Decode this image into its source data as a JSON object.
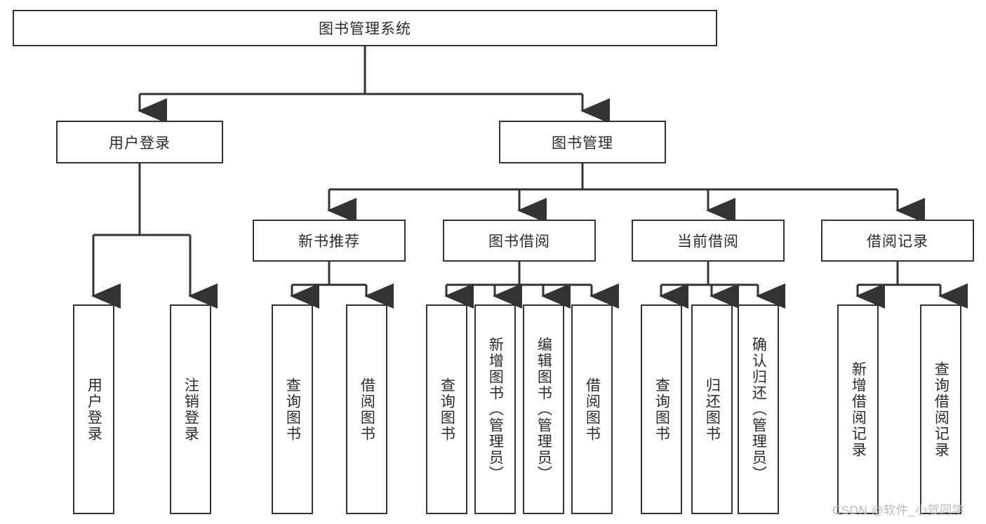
{
  "diagram": {
    "title": "图书管理系统",
    "type": "tree-hierarchy-diagram",
    "watermark": "CSDN @软件_小贺同学",
    "colors": {
      "line": "#333333",
      "text": "#2b2b2b",
      "box_fill": "#ffffff",
      "watermark": "#b9b9b9"
    },
    "root": {
      "label": "图书管理系统"
    },
    "level1": [
      {
        "label": "用户登录"
      },
      {
        "label": "图书管理"
      }
    ],
    "level2": [
      {
        "label": "新书推荐"
      },
      {
        "label": "图书借阅"
      },
      {
        "label": "当前借阅"
      },
      {
        "label": "借阅记录"
      }
    ],
    "leaves": {
      "user_login": [
        {
          "label": "用户登录"
        },
        {
          "label": "注销登录"
        }
      ],
      "new_book_recommend": [
        {
          "label": "查询图书"
        },
        {
          "label": "借阅图书"
        }
      ],
      "book_borrow": [
        {
          "label": "查询图书"
        },
        {
          "label": "新增图书（管理员）"
        },
        {
          "label": "编辑图书（管理员）"
        },
        {
          "label": "借阅图书"
        }
      ],
      "current_borrow": [
        {
          "label": "查询图书"
        },
        {
          "label": "归还图书"
        },
        {
          "label": "确认归还（管理员）"
        }
      ],
      "borrow_record": [
        {
          "label": "新增借阅记录"
        },
        {
          "label": "查询借阅记录"
        }
      ]
    }
  }
}
